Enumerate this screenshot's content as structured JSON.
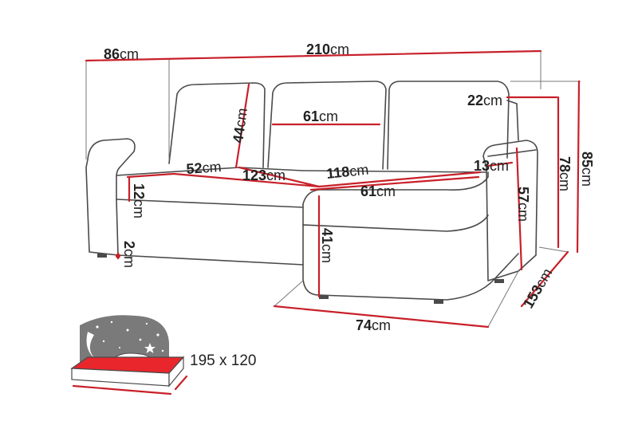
{
  "dimensions": [
    {
      "id": "overall-depth",
      "value": "86",
      "unit": "cm"
    },
    {
      "id": "overall-width",
      "value": "210",
      "unit": "cm"
    },
    {
      "id": "back-cushion-height",
      "value": "44",
      "unit": "cm"
    },
    {
      "id": "back-cushion-width",
      "value": "61",
      "unit": "cm"
    },
    {
      "id": "armrest-top",
      "value": "22",
      "unit": "cm"
    },
    {
      "id": "seat-depth",
      "value": "52",
      "unit": "cm"
    },
    {
      "id": "seat-width",
      "value": "123",
      "unit": "cm"
    },
    {
      "id": "chaise-length",
      "value": "118",
      "unit": "cm"
    },
    {
      "id": "armrest-width",
      "value": "13",
      "unit": "cm"
    },
    {
      "id": "chaise-width",
      "value": "61",
      "unit": "cm"
    },
    {
      "id": "seat-thickness",
      "value": "12",
      "unit": "cm"
    },
    {
      "id": "leg-height",
      "value": "2",
      "unit": "cm"
    },
    {
      "id": "seat-height",
      "value": "41",
      "unit": "cm"
    },
    {
      "id": "armrest-height",
      "value": "57",
      "unit": "cm"
    },
    {
      "id": "back-height",
      "value": "78",
      "unit": "cm"
    },
    {
      "id": "total-height",
      "value": "85",
      "unit": "cm"
    },
    {
      "id": "chaise-depth",
      "value": "153",
      "unit": "cm"
    },
    {
      "id": "chaise-front",
      "value": "74",
      "unit": "cm"
    }
  ],
  "bed": {
    "size": "195 x 120"
  },
  "colors": {
    "dimension_line": "#c8202a",
    "outline": "#4a4a4a",
    "night_sky": "#777777",
    "bed_surface": "#e8262c"
  }
}
